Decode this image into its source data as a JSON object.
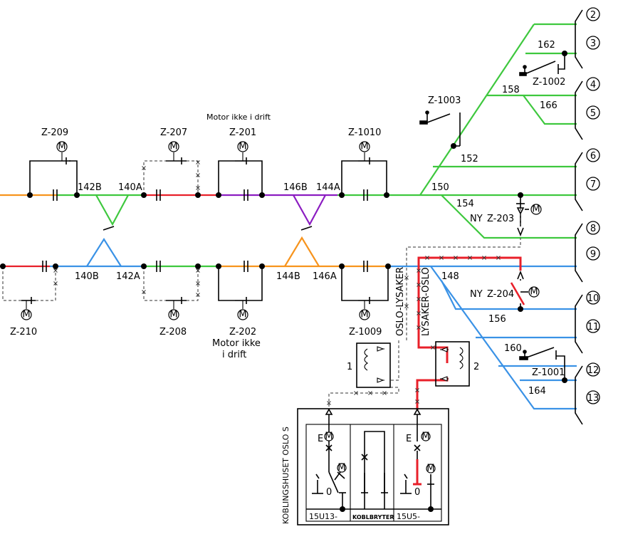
{
  "colors": {
    "orange": "#f7941d",
    "green": "#3ec83e",
    "red": "#e8202a",
    "purple": "#8b1cc1",
    "blue": "#3a92e6",
    "grey": "#999999"
  },
  "feeder_numbers": [
    "2",
    "3",
    "4",
    "5",
    "6",
    "7",
    "8",
    "9",
    "10",
    "11",
    "12",
    "13"
  ],
  "disconnectors": {
    "z209": "Z-209",
    "z207": "Z-207",
    "z201": "Z-201",
    "z1010": "Z-1010",
    "z1003": "Z-1003",
    "z1002": "Z-1002",
    "z203": "Z-203",
    "z204": "Z-204",
    "z1001": "Z-1001",
    "z210": "Z-210",
    "z208": "Z-208",
    "z202": "Z-202",
    "z1009": "Z-1009",
    "ny": "NY"
  },
  "notes": {
    "motor_ikke_i_drift": "Motor ikke i drift",
    "motor_ikke": "Motor ikke",
    "i_drift": "i drift"
  },
  "track_labels": {
    "t142B": "142B",
    "t140A": "140A",
    "t146B": "146B",
    "t144A": "144A",
    "t140B": "140B",
    "t142A": "142A",
    "t144B": "144B",
    "t146A": "146A",
    "t150": "150",
    "t152": "152",
    "t154": "154",
    "t148": "148",
    "t156": "156",
    "t158": "158",
    "t160": "160",
    "t162": "162",
    "t164": "164",
    "t166": "166"
  },
  "cable_labels": {
    "oslo_lysaker": "OSLO-LYSAKER",
    "lysaker_oslo": "LYSAKER-OSLO"
  },
  "transformers": {
    "t1": "1",
    "t2": "2"
  },
  "kobling": {
    "title": "KOBLINGSHUSET OSLO S",
    "left_cell": "15U13-",
    "mid_cell": "KOBLBRYTER",
    "right_cell": "15U5-",
    "e": "E",
    "zero": "0"
  },
  "motor_symbol": "M",
  "icons": [
    "motor-icon",
    "earth-switch-icon",
    "circuit-breaker-icon",
    "insulator-icon",
    "transformer-coil-icon"
  ]
}
